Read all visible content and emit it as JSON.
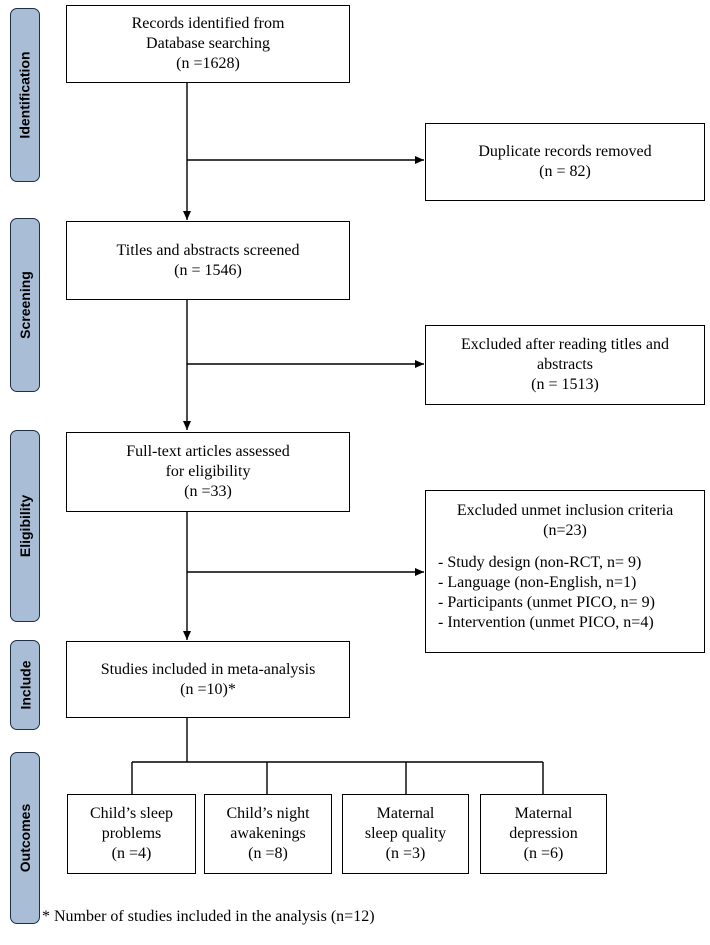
{
  "phases": {
    "identification": "Identification",
    "screening": "Screening",
    "eligibility": "Eligibility",
    "include": "Include",
    "outcomes": "Outcomes"
  },
  "records": {
    "line1": "Records identified from",
    "line2": "Database searching",
    "count": "(n =1628)"
  },
  "duplicates": {
    "line1": "Duplicate records removed",
    "count": "(n = 82)"
  },
  "screened": {
    "line1": "Titles and abstracts screened",
    "count": "(n = 1546)"
  },
  "excluded_titles": {
    "line1": "Excluded after reading titles and",
    "line2": "abstracts",
    "count": "(n = 1513)"
  },
  "fulltext": {
    "line1": "Full-text articles assessed",
    "line2": "for eligibility",
    "count": "(n =33)"
  },
  "excluded_criteria": {
    "title": "Excluded unmet inclusion criteria",
    "count": "(n=23)",
    "items": [
      "- Study design (non-RCT, n= 9)",
      "- Language (non-English, n=1)",
      "- Participants (unmet PICO, n= 9)",
      "- Intervention (unmet PICO, n=4)"
    ]
  },
  "included": {
    "line1": "Studies included in meta-analysis",
    "count": "(n =10)*"
  },
  "outcomes": [
    {
      "line1": "Child’s sleep",
      "line2": "problems",
      "count": "(n =4)"
    },
    {
      "line1": "Child’s night",
      "line2": "awakenings",
      "count": "(n =8)"
    },
    {
      "line1": "Maternal",
      "line2": "sleep quality",
      "count": "(n =3)"
    },
    {
      "line1": "Maternal",
      "line2": "depression",
      "count": "(n =6)"
    }
  ],
  "footnote": "* Number of studies included in the analysis (n=12)"
}
